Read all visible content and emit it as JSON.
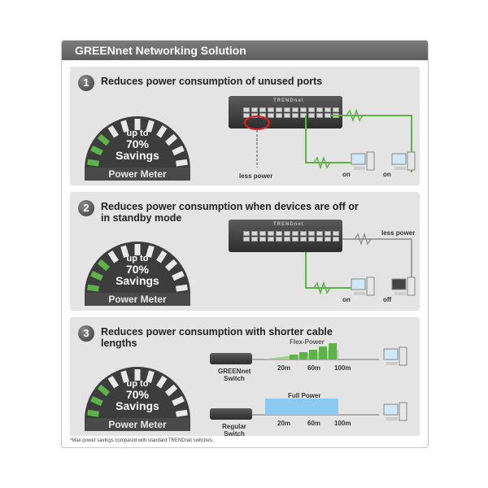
{
  "header": {
    "title": "GREENnet Networking Solution"
  },
  "sections": [
    {
      "number": "1",
      "text": "Reduces power consumption of unused ports"
    },
    {
      "number": "2",
      "text": "Reduces power consumption when devices are off or in standby mode"
    },
    {
      "number": "3",
      "text": "Reduces power consumption with shorter cable lengths"
    }
  ],
  "meter": {
    "up_to": "up to",
    "percent": "70%",
    "savings": "Savings",
    "label": "Power Meter"
  },
  "diagram1": {
    "less_power": "less power",
    "on_a": "on",
    "on_b": "on",
    "brand": "TRENDnet"
  },
  "diagram2": {
    "less_power": "less power",
    "on": "on",
    "off": "off",
    "brand": "TRENDnet"
  },
  "diagram3": {
    "flex_power": "Flex-Power",
    "full_power": "Full Power",
    "distances": [
      "20m",
      "60m",
      "100m"
    ],
    "greennet_switch": "GREENnet Switch",
    "regular_switch": "Regular Switch"
  },
  "footnote": "*Max power savings compared with standard TRENDnet switches.",
  "colors": {
    "green": "#5fb14a",
    "blue": "#8ec9f1",
    "header": "#666666",
    "section_bg": "#e4e4e4"
  }
}
